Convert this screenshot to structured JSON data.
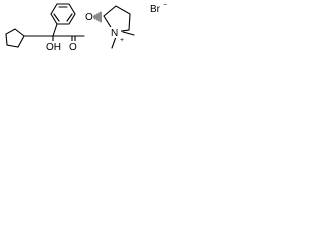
{
  "molecule": {
    "atoms": {
      "hydroxyl": "OH",
      "ester_carbonyl_oxygen": "O",
      "ester_link_oxygen": "O",
      "ring_nitrogen": "N",
      "nitrogen_charge": "+",
      "counterion": "Br",
      "counterion_charge": "−"
    }
  }
}
